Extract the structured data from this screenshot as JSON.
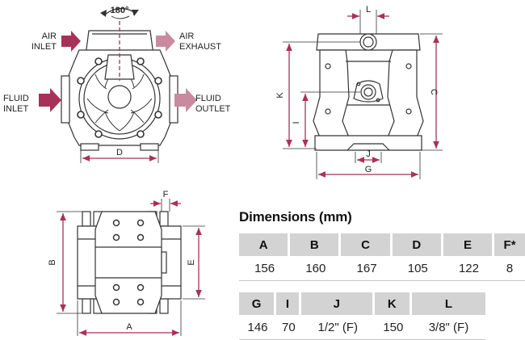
{
  "front_view": {
    "rotation_label": "180°",
    "air_inlet": [
      "AIR",
      "INLET"
    ],
    "air_exhaust": [
      "AIR",
      "EXHAUST"
    ],
    "fluid_inlet": [
      "FLUID",
      "INLET"
    ],
    "fluid_outlet": [
      "FLUID",
      "OUTLET"
    ],
    "dim_d": "D"
  },
  "side_view": {
    "dim_l": "L",
    "dim_k": "K",
    "dim_i": "I",
    "dim_c": "C",
    "dim_j": "J",
    "dim_g": "G"
  },
  "bottom_view": {
    "dim_f": "F",
    "dim_b": "B",
    "dim_e": "E",
    "dim_a": "A"
  },
  "colors": {
    "accent": "#a8315a",
    "arrow_fill": "#a8315a",
    "arrow_light": "#c98aa0",
    "line": "#333333",
    "table_header": "#d3d3d3"
  },
  "dimensions": {
    "title": "Dimensions (mm)",
    "table1": {
      "headers": [
        "A",
        "B",
        "C",
        "D",
        "E",
        "F*"
      ],
      "values": [
        "156",
        "160",
        "167",
        "105",
        "122",
        "8"
      ]
    },
    "table2": {
      "headers": [
        "G",
        "I",
        "J",
        "K",
        "L"
      ],
      "values": [
        "146",
        "70",
        "1/2\" (F)",
        "150",
        "3/8\" (F)"
      ]
    }
  }
}
